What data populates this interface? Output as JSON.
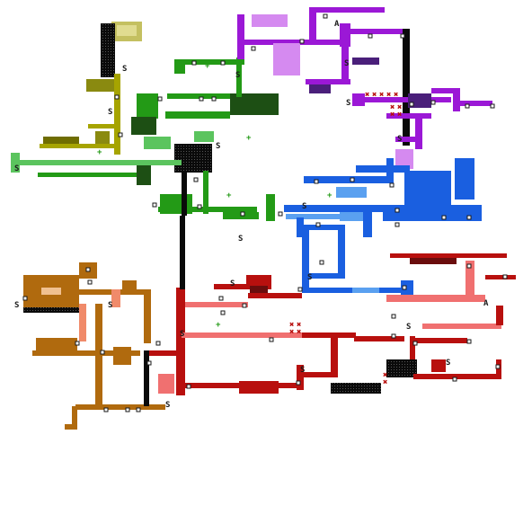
{
  "image": {
    "kind": "metroidvania-style dungeon map, colored by region"
  },
  "legend_markers": {
    "save": "S",
    "blocked": "✖",
    "item": "+",
    "door": "□",
    "boss": "A"
  },
  "regions": [
    {
      "id": "olive",
      "color": "#a6a400",
      "dark": "#6f6d00"
    },
    {
      "id": "green",
      "color": "#239a16",
      "dark": "#1d4f14"
    },
    {
      "id": "purple",
      "color": "#9b18d6",
      "dark": "#4a1f7a",
      "light": "#d58af0"
    },
    {
      "id": "blue",
      "color": "#1a5fe0",
      "light": "#5aa0f0"
    },
    {
      "id": "red",
      "color": "#b8100e",
      "dark": "#6a0d0d",
      "light": "#f07070"
    },
    {
      "id": "orange",
      "color": "#b06a0e",
      "light": "#f08a6a"
    }
  ]
}
